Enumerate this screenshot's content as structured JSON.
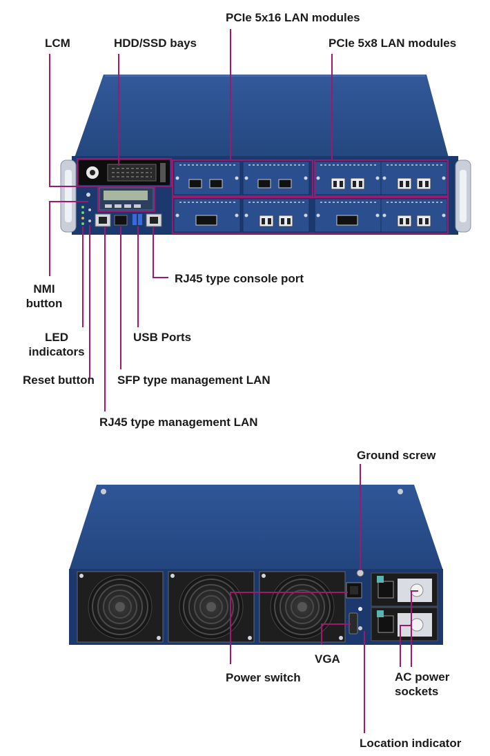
{
  "front_labels": {
    "lcm": "LCM",
    "hdd": "HDD/SSD bays",
    "pcie_x16": "PCIe 5x16 LAN modules",
    "pcie_x8": "PCIe 5x8 LAN modules",
    "console": "RJ45 type console port",
    "nmi_line1": "NMI",
    "nmi_line2": "button",
    "usb": "USB Ports",
    "led_line1": "LED",
    "led_line2": "indicators",
    "reset": "Reset button",
    "sfp_mgmt": "SFP type management LAN",
    "rj45_mgmt": "RJ45 type management LAN"
  },
  "rear_labels": {
    "ground": "Ground screw",
    "vga": "VGA",
    "power_switch": "Power switch",
    "ac_line1": "AC power",
    "ac_line2": "sockets",
    "location": "Location indicator"
  },
  "colors": {
    "leader": "#a0186e",
    "chassis_top": "#2a4f8c",
    "chassis_face": "#1d3a73",
    "module": "#2b4f8e",
    "text": "#1a1a1a"
  }
}
